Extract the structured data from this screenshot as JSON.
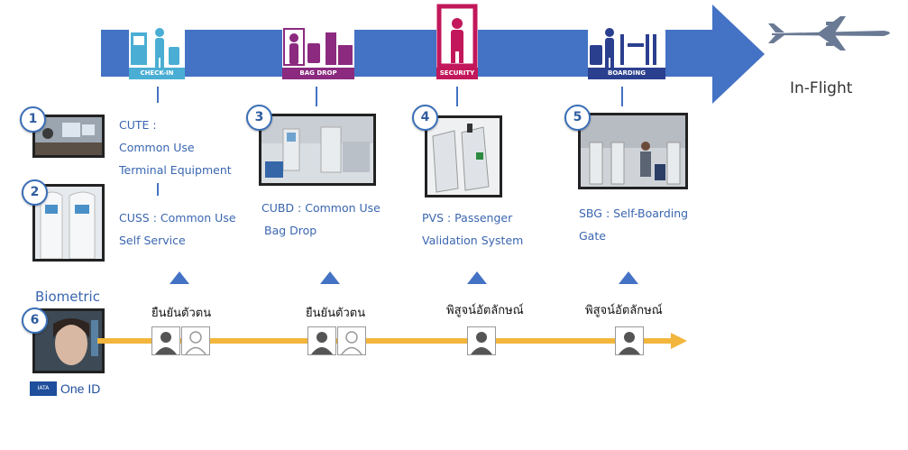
{
  "stages": [
    {
      "label": "CHECK-IN",
      "color": "#4aaed4"
    },
    {
      "label": "BAG DROP",
      "color": "#8b2a7f"
    },
    {
      "label": "SECURITY",
      "color": "#c2185b"
    },
    {
      "label": "BOARDING",
      "color": "#2b3f8f"
    }
  ],
  "inflight_label": "In-Flight",
  "items": [
    {
      "number": "1",
      "lines": [
        "CUTE :",
        "Common Use",
        "Terminal Equipment"
      ]
    },
    {
      "number": "2",
      "lines": [
        "CUSS : Common Use",
        "Self Service"
      ]
    },
    {
      "number": "3",
      "lines": [
        "CUBD : Common Use",
        "Bag Drop"
      ]
    },
    {
      "number": "4",
      "lines": [
        "PVS : Passenger",
        "Validation System"
      ]
    },
    {
      "number": "5",
      "lines": [
        "SBG : Self-Boarding",
        "Gate"
      ]
    },
    {
      "number": "6"
    }
  ],
  "biometric_label": "Biometric",
  "one_id_label": "One ID",
  "iata_label": "IATA",
  "checkpoints": [
    {
      "label": "ยืนยันตัวตน"
    },
    {
      "label": "ยืนยันตัวตน"
    },
    {
      "label": "พิสูจน์อัตลักษณ์"
    },
    {
      "label": "พิสูจน์อัตลักษณ์"
    }
  ],
  "colors": {
    "band": "#4472C4",
    "timeline": "#F2B63C",
    "text_blue": "#3a66b0"
  }
}
